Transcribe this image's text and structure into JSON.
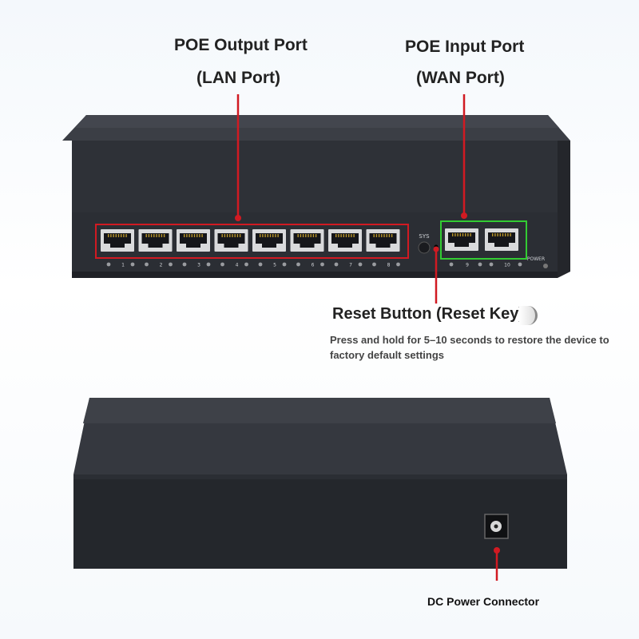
{
  "callouts": {
    "poe_output": {
      "line1": "POE Output Port",
      "line2": "(LAN Port)"
    },
    "poe_input": {
      "line1": "POE Input Port",
      "line2": "(WAN Port)"
    },
    "reset": {
      "title": "Reset Button (Reset Key)",
      "description": "Press and hold for 5–10 seconds to restore the device to factory default settings"
    },
    "dc_power": "DC Power Connector"
  },
  "front_panel": {
    "lan_ports": [
      "1",
      "2",
      "3",
      "4",
      "5",
      "6",
      "7",
      "8"
    ],
    "wan_ports": [
      "9",
      "10"
    ],
    "sys_label": "SYS",
    "power_label": "POWER"
  },
  "colors": {
    "callout_line": "#d11a22",
    "lan_box": "#d11a22",
    "wan_box": "#33cc33",
    "chassis": "#2a2d33",
    "chassis_top": "#3a3d44"
  }
}
